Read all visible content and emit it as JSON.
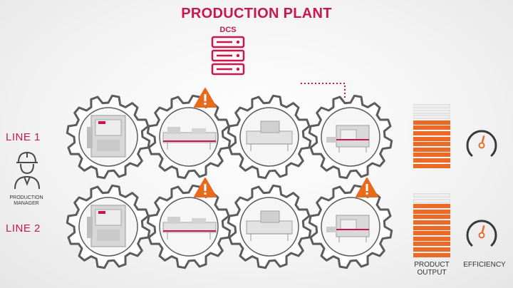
{
  "title": "PRODUCTION PLANT",
  "dcs": {
    "label": "DCS",
    "icon": "server-stack-icon"
  },
  "lines": [
    {
      "label": "LINE 1",
      "warnings": [
        false,
        true,
        false,
        false
      ],
      "output_level": 0.75
    },
    {
      "label": "LINE 2",
      "warnings": [
        false,
        true,
        false,
        true
      ],
      "output_level": 0.8
    }
  ],
  "manager": {
    "label_line1": "PRODUCTION",
    "label_line2": "MANAGER",
    "icon": "worker-helmet-icon"
  },
  "legend": {
    "product_output_line1": "PRODUCT",
    "product_output_line2": "OUTPUT",
    "efficiency": "EFFICIENCY"
  },
  "gauges": [
    {
      "level": 0.55
    },
    {
      "level": 0.55
    }
  ],
  "colors": {
    "accent": "#c8174f",
    "warning": "#e86a1c",
    "bar_filled": "#ea6a26",
    "bar_empty": "#ededed",
    "gear_stroke": "#5c5c5c",
    "text": "#333333"
  }
}
